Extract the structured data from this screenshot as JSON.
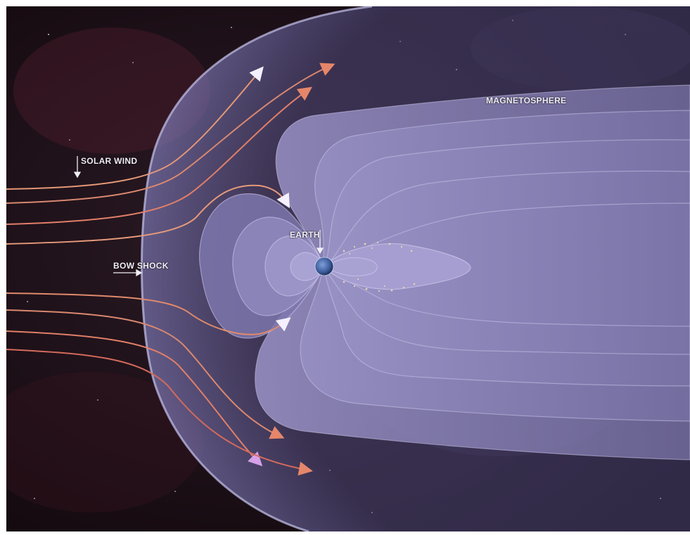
{
  "labels": {
    "magnetosphere": "MAGNETOSPHERE",
    "solar_wind": "SOLAR WIND",
    "earth": "EARTH",
    "bow_shock": "BOW SHOCK"
  },
  "colors": {
    "space_background": "#14080d",
    "magnetosphere_fill": "#8d86b8",
    "bow_shock_fill": "#5a5690",
    "solar_wind_line": "#e98a6a",
    "label_text": "#f1eef6",
    "earth": "#3b5a9a"
  }
}
